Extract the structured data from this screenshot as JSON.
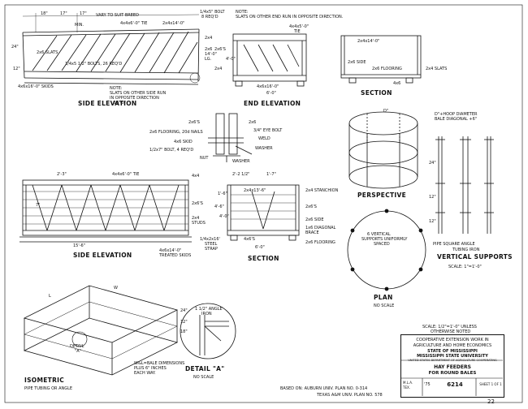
{
  "views": {
    "side_elevation_1": "SIDE ELEVATION",
    "end_elevation": "END ELEVATION",
    "section_1": "SECTION",
    "perspective": "PERSPECTIVE",
    "side_elevation_2": "SIDE ELEVATION",
    "section_2": "SECTION",
    "vertical_supports": "VERTICAL SUPPORTS",
    "plan": "PLAN",
    "isometric": "ISOMETRIC",
    "detail_a": "DETAIL \"A\""
  },
  "subtitles": {
    "plan_scale": "NO SCALE",
    "detail_scale": "NO SCALE",
    "vertical_scale": "SCALE: 1\"=1'-0\"",
    "isometric_sub": "PIPE TUBING OR ANGLE"
  },
  "notes": {
    "top_note": "NOTE:",
    "top_note_text": "SLATS ON OTHER END RUN IN OPPOSITE DIRECTION.",
    "side_note_1": "NOTE:",
    "side_note_2": "SLATS ON OTHER SIDE RUN",
    "side_note_3": "IN OPPOSITE DIRECTION",
    "vary": "VARY TO SUIT BREED",
    "wxl": "W&L=BALE DIMENSIONS",
    "wxl2": "PLUS 6\" INCHES",
    "wxl3": "EACH WAY.",
    "scale_note": "SCALE: 1/2\"=1'-0\" UNLESS",
    "scale_note2": "OTHERWISE NOTED",
    "based_on": "BASED ON: AUBURN UNIV. PLAN NO. 0-314",
    "based_on2": "TEXAS A&M UNIV. PLAN NO. 578",
    "vertical_spaced": "6 VERTICAL",
    "vertical_spaced2": "SUPPORTS UNIFORMLY",
    "vertical_spaced3": "SPACED",
    "hoop": "D\"+HOOP DIAMETER",
    "hoop2": "BALE DIAGONAL +6\"",
    "support_types": "PIPE   SQUARE  ANGLE",
    "support_types2": "TUBING   IRON"
  },
  "labels": {
    "min": "MIN.",
    "dim_18": "18\"",
    "dim_17a": "17\"",
    "dim_17b": "17\"",
    "dim_24": "24\"",
    "dim_12": "12\"",
    "tie": "4x4x6'-0\" TIE",
    "top_2x4": "2x4x14'-0\"",
    "slats": "2x6 SLATS",
    "bolts": "1/4x5 1/2\" BOLTS, 26 REQ'D",
    "skids": "4x6x16'-0\" SKIDS",
    "len_16": "16'-0\"",
    "bolt_req": "1/4x5\" BOLT",
    "req8": "8 REQ'D",
    "two_x4": "2x4",
    "two_x6_len": "2x6",
    "len_14": "14'-0\"",
    "lg": "LG.",
    "end_tie": "4x4x5'-0\"",
    "end_tie2": "TIE",
    "end_2x6s": "2x6'S",
    "end_2x4": "2x4",
    "end_skid": "4x6x16'-0\"",
    "end_6": "6'-0\"",
    "end_4": "4'-0\"",
    "sec_2x4x14": "2x4x14'-0\"",
    "sec_2x6side": "2x6 SIDE",
    "sec_2x6floor": "2x6 FLOORING",
    "sec_2x4slats": "2x4 SLATS",
    "sec_4x6": "4x6",
    "mid_2x6s": "2x6'S",
    "mid_floor": "2x6 FLOORING, 20d NAILS",
    "mid_4x6skid": "4x6 SKID",
    "mid_bolt": "1/2x7\" BOLT, 4 REQ'D",
    "mid_2x6": "2x6",
    "mid_eyebolt": "3/4\" EYE BOLT",
    "mid_weld": "WELD",
    "mid_washer": "WASHER",
    "mid_nut": "NUT",
    "mid_washer2": "WASHER",
    "dim_d": "D\"",
    "s2_2_3": "2'-3\"",
    "s2_tie": "4x4x6'-0\" TIE",
    "s2_4x4": "4x4",
    "s2_2x6s": "2x6'S",
    "s2_2x4": "2x4",
    "s2_studs": "STUDS",
    "s2_15": "15'-6\"",
    "s2_steel": "1/4x2x16'",
    "s2_steel2": "STEEL",
    "s2_strap": "STRAP",
    "s2_skids": "4x6x14'-0\"",
    "s2_treated": "TREATED SKIDS",
    "s2_7": "7\"",
    "sec2_2_2": "2'-2 1/2\"",
    "sec2_1_7": "1'-7\"",
    "sec2_4x4": "2x4x13'-6\"",
    "sec2_2x4stan": "2x4 STANCHION",
    "sec2_2x6s": "2x6'S",
    "sec2_2x6side": "2x6 SIDE",
    "sec2_brace": "1x6 DIAGONAL",
    "sec2_brace2": "BRACE",
    "sec2_floor": "2x6 FLOORING",
    "sec2_4x6": "4x6'S",
    "sec2_6": "6'-0\"",
    "sec2_4_6": "4'-6\"",
    "sec2_4_0": "4'-0\"",
    "sec2_1_6": "1'-6\"",
    "vs_24": "24\"",
    "vs_12": "12\"",
    "vs_12b": "12\"",
    "iso_w": "W",
    "iso_l": "L",
    "iso_12": "12\"",
    "iso_18": "18\"",
    "iso_24": "24\"",
    "iso_detail": "DETAIL",
    "iso_detail2": "\"A\"",
    "det_angle": "1 1/2\" ANGLE",
    "det_angle2": "IRON"
  },
  "title_block": {
    "line1": "COOPERATIVE EXTENSION WORK IN",
    "line2": "AGRICULTURE AND HOME ECONOMICS",
    "line3": "STATE OF MISSISSIPPI",
    "line4": "MISSISSIPPI STATE UNIVERSITY",
    "line5": "UNITED STATES DEPARTMENT OF AGRICULTURE COOPERATING",
    "line6": "HAY FEEDERS",
    "line7": "FOR ROUND BALES",
    "mla": "M.L.A.",
    "tex": "TEX.",
    "year": "'75",
    "plan_no": "6214",
    "sheet": "SHEET 1 OF 1"
  },
  "page_mark": "22"
}
